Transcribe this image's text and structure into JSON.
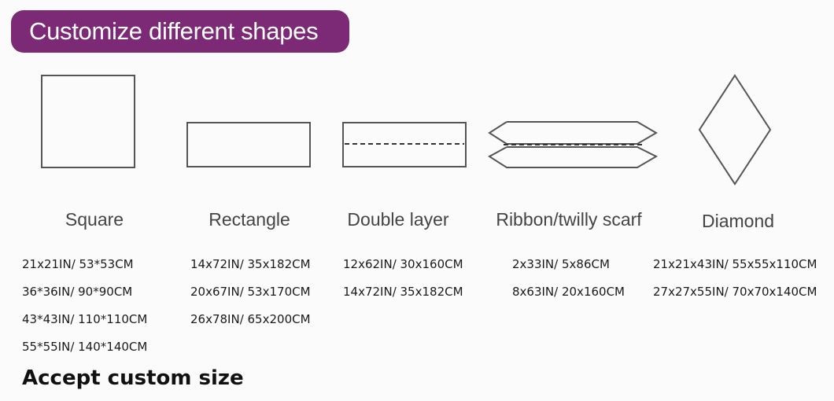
{
  "header": {
    "title": "Customize different shapes"
  },
  "shapes": [
    {
      "icon": "square-shape-icon",
      "label": "Square",
      "sizes": [
        "21x21IN/ 53*53CM",
        "36*36IN/ 90*90CM",
        "43*43IN/ 110*110CM",
        "55*55IN/ 140*140CM"
      ]
    },
    {
      "icon": "rectangle-shape-icon",
      "label": "Rectangle",
      "sizes": [
        "14x72IN/ 35x182CM",
        "20x67IN/ 53x170CM",
        "26x78IN/ 65x200CM"
      ]
    },
    {
      "icon": "double-layer-shape-icon",
      "label": "Double layer",
      "sizes": [
        "12x62IN/ 30x160CM",
        "14x72IN/ 35x182CM"
      ]
    },
    {
      "icon": "ribbon-shape-icon",
      "label": "Ribbon/twilly scarf",
      "sizes": [
        "2x33IN/ 5x86CM",
        "8x63IN/ 20x160CM"
      ]
    },
    {
      "icon": "diamond-shape-icon",
      "label": "Diamond",
      "sizes": [
        "21x21x43IN/ 55x55x110CM",
        "27x27x55IN/ 70x70x140CM"
      ]
    }
  ],
  "footer": {
    "text": "Accept custom size"
  },
  "colors": {
    "banner": "#7d2a76",
    "outline": "#555555"
  }
}
